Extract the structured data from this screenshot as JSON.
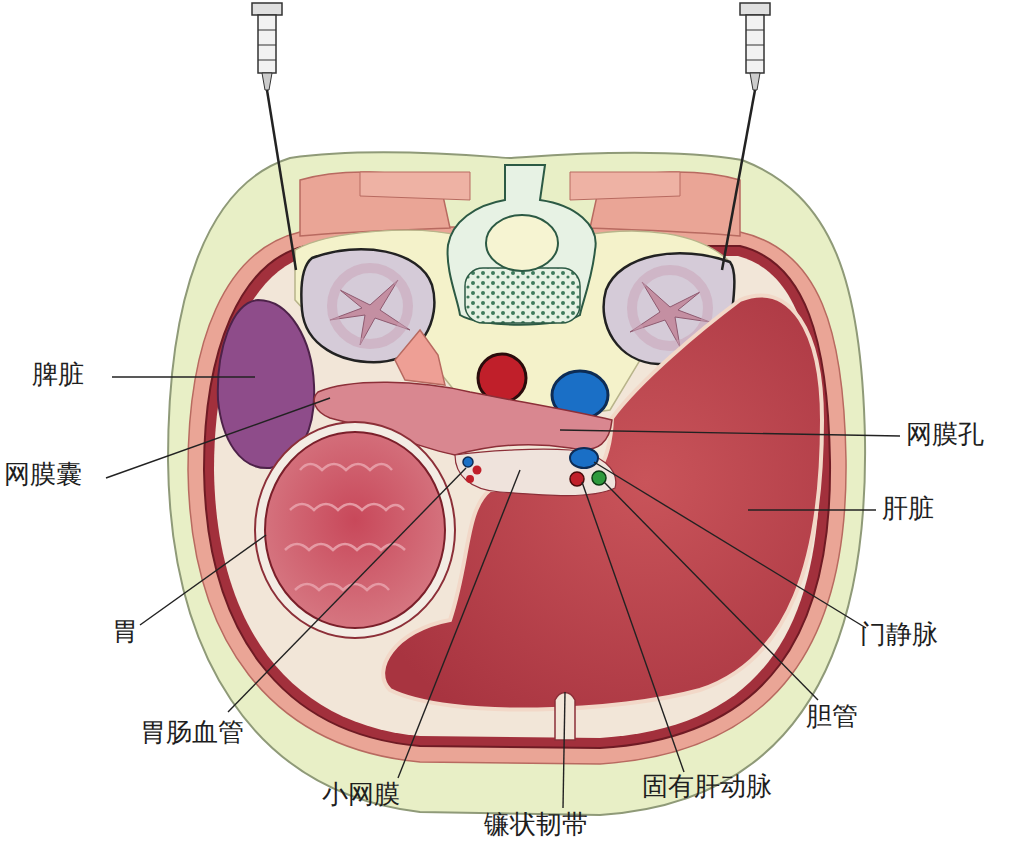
{
  "diagram": {
    "labels": [
      "脾脏",
      "网膜囊",
      "胃",
      "胃肠血管",
      "小网膜",
      "镰状韧带",
      "固有肝动脉",
      "胆管",
      "门静脉",
      "肝脏",
      "网膜孔"
    ]
  }
}
